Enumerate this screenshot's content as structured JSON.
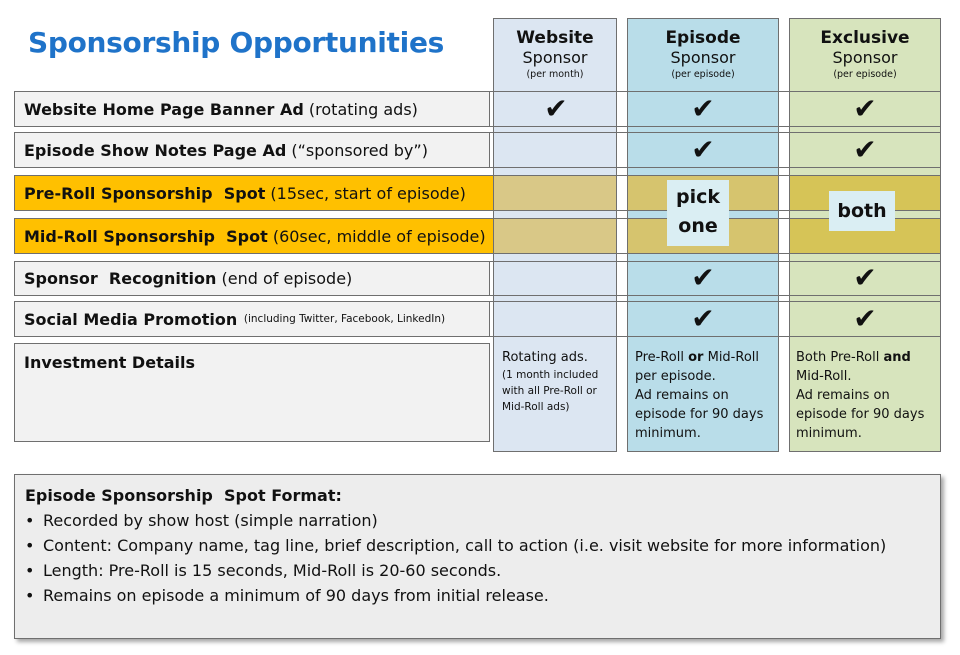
{
  "title": "Sponsorship Opportunities",
  "columns": [
    {
      "name": "Website",
      "sub": "Sponsor",
      "note": "(per month)"
    },
    {
      "name": "Episode",
      "sub": "Sponsor",
      "note": "(per episode)"
    },
    {
      "name": "Exclusive",
      "sub": "Sponsor",
      "note": "(per episode)"
    }
  ],
  "rows": [
    {
      "bold": "Website Home Page Banner Ad",
      "rest": " (rotating ads)"
    },
    {
      "bold": "Episode Show Notes Page Ad",
      "rest": " (“sponsored by”)"
    },
    {
      "bold": "Pre-Roll Sponsorship  Spot",
      "rest": " (15sec, start of episode)"
    },
    {
      "bold": "Mid-Roll Sponsorship  Spot",
      "rest": " (60sec, middle of episode)"
    },
    {
      "bold": "Sponsor  Recognition",
      "rest": " (end of episode)"
    },
    {
      "bold": "Social Media Promotion",
      "rest": "  (including Twitter, Facebook, LinkedIn)"
    },
    {
      "bold": "Investment Details",
      "rest": ""
    }
  ],
  "check": "✔",
  "pick_one": [
    "pick",
    "one"
  ],
  "both": "both",
  "investment": {
    "website_main": "Rotating ads.",
    "website_note": "(1 month included with all Pre-Roll or Mid-Roll ads)",
    "episode_a": "Pre-Roll ",
    "episode_or": "or",
    "episode_b": " Mid-Roll per episode.",
    "episode_c": "Ad remains on episode for 90 days minimum.",
    "exclusive_a": "Both Pre-Roll ",
    "exclusive_and": "and",
    "exclusive_b": " Mid-Roll.",
    "exclusive_c": "Ad remains on episode for 90 days minimum."
  },
  "format": {
    "title": "Episode Sponsorship  Spot Format:",
    "bullet": "•",
    "items": [
      "Recorded by show host (simple narration)",
      "Content: Company name, tag line, brief description, call to action (i.e. visit website for more information)",
      "Length: Pre-Roll is 15 seconds, Mid-Roll is 20-60 seconds.",
      "Remains on episode a minimum of 90 days from initial release."
    ]
  },
  "colors": {
    "title": "#1f73c9",
    "website_col": "#dce6f2",
    "episode_col": "#b9dde9",
    "exclusive_col": "#d7e4bd",
    "highlight_row": "#ffc000"
  }
}
